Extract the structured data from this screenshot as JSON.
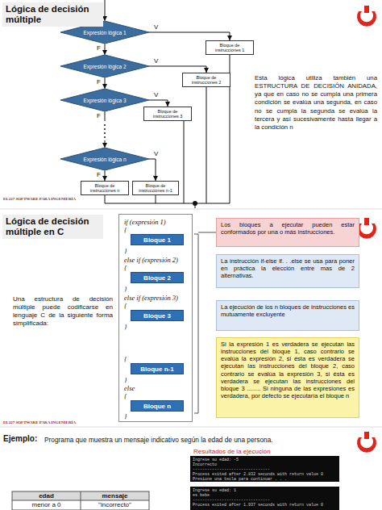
{
  "diagram": {
    "title": "Lógica de decisión múltiple",
    "nodes": [
      {
        "text": [
          "Expresión lógica 1"
        ]
      },
      {
        "text": [
          "Bloque de instrucciones 1"
        ]
      },
      {
        "text": [
          "Expresión lógica 2"
        ]
      },
      {
        "text": [
          "Bloque de instrucciones 2"
        ]
      },
      {
        "text": [
          "Expresión lógica 3"
        ]
      },
      {
        "text": [
          "Bloque de instrucciones 3"
        ]
      },
      {
        "text": [
          "Expresión lógica n"
        ]
      },
      {
        "text": [
          "Bloque de instrucciones n"
        ]
      },
      {
        "text": [
          "Bloque de instrucciones n-1"
        ]
      },
      {
        "text": [
          "if (expresión 1)",
          "{",
          "}",
          "else if (expresión 2)",
          "{",
          "}",
          "else if (expresión 3)",
          "{",
          "}",
          "{",
          "}",
          "else",
          "{",
          "}"
        ]
      },
      {
        "text": [
          "Bloque 1"
        ],
        "in": 9
      },
      {
        "text": [
          "Bloque 2"
        ],
        "in": 9
      },
      {
        "text": [
          "Bloque 3"
        ],
        "in": 9
      },
      {
        "text": [
          "Bloque n-1"
        ],
        "in": 9
      },
      {
        "text": [
          "Bloque n"
        ],
        "in": 9
      },
      {
        "text": [
          "Los bloques a ejecutar pueden estar conformados por una o más instrucciones."
        ]
      },
      {
        "text": [
          "La instrucción if-else if. . .else se usa para poner en práctica la elección entre mas de 2 alternativas."
        ]
      },
      {
        "text": [
          "La ejecución de los n bloques de instrucciones es mutuamente excluyente"
        ]
      },
      {
        "text": [
          "Si la expresión 1 es verdadera se ejecutan las instrucciones del bloque 1, caso contrario se evalúa la expresión 2, si ésta es verdadera se ejecutan las instrucciones del bloque 2, caso contrario se evalúa la expresión 3, si ésta es verdadera se ejecutan las instrucciones del bloque 3 ........ Si ninguna de las expresiones es verdadera, por defecto se ejecutaría el bloque n"
        ]
      }
    ],
    "edges": [
      {
        "from": 0,
        "to": 1,
        "arrow": "to",
        "label": "V"
      },
      {
        "from": 0,
        "to": 2,
        "arrow": "to",
        "label": "F"
      },
      {
        "from": 2,
        "to": 3,
        "arrow": "to",
        "label": "V"
      },
      {
        "from": 2,
        "to": 4,
        "arrow": "to",
        "label": "F"
      },
      {
        "from": 4,
        "to": 5,
        "arrow": "to",
        "label": "V"
      },
      {
        "from": 4,
        "to": 6,
        "arrow": "to",
        "label": "F"
      },
      {
        "from": 6,
        "to": 8,
        "arrow": "to",
        "label": "V"
      },
      {
        "from": 6,
        "to": 7,
        "arrow": "to",
        "label": "F"
      }
    ],
    "labels": [
      "Esta lógica utiliza también una ESTRUCTURA DE DECISIÓN ANIDADA, ya que en caso no se cumpla una primera condición se evalúa una segunda, en caso no se cumpla la segunda se evalúa la tercera y así sucesivamente hasta llegar a la condición n",
      "EL227 SOFTWARE PARA INGENIERÍA",
      "Lógica de decisión múltiple en C",
      "Una estructura de decisión múltiple puede codificarse en lenguaje C de la siguiente forma simplificada:",
      "EL227 SOFTWARE PARA INGENIERÍA",
      "Ejemplo:",
      "Programa que muestra un mensaje indicativo según la edad de una persona.",
      "Resultados de la ejecución",
      "Ingrese su edad: -5",
      "Incorrecto",
      "--------------------------------",
      "Process exited after 2.832 seconds with return value 0",
      "Presione una tecla para continuar . . .",
      "Ingrese su edad: 1",
      "es bebe",
      "--------------------------------",
      "Process exited after 1.937 seconds with return value 0",
      "edad",
      "mensaje",
      "menor a 0",
      "\"incorrecto\""
    ]
  }
}
